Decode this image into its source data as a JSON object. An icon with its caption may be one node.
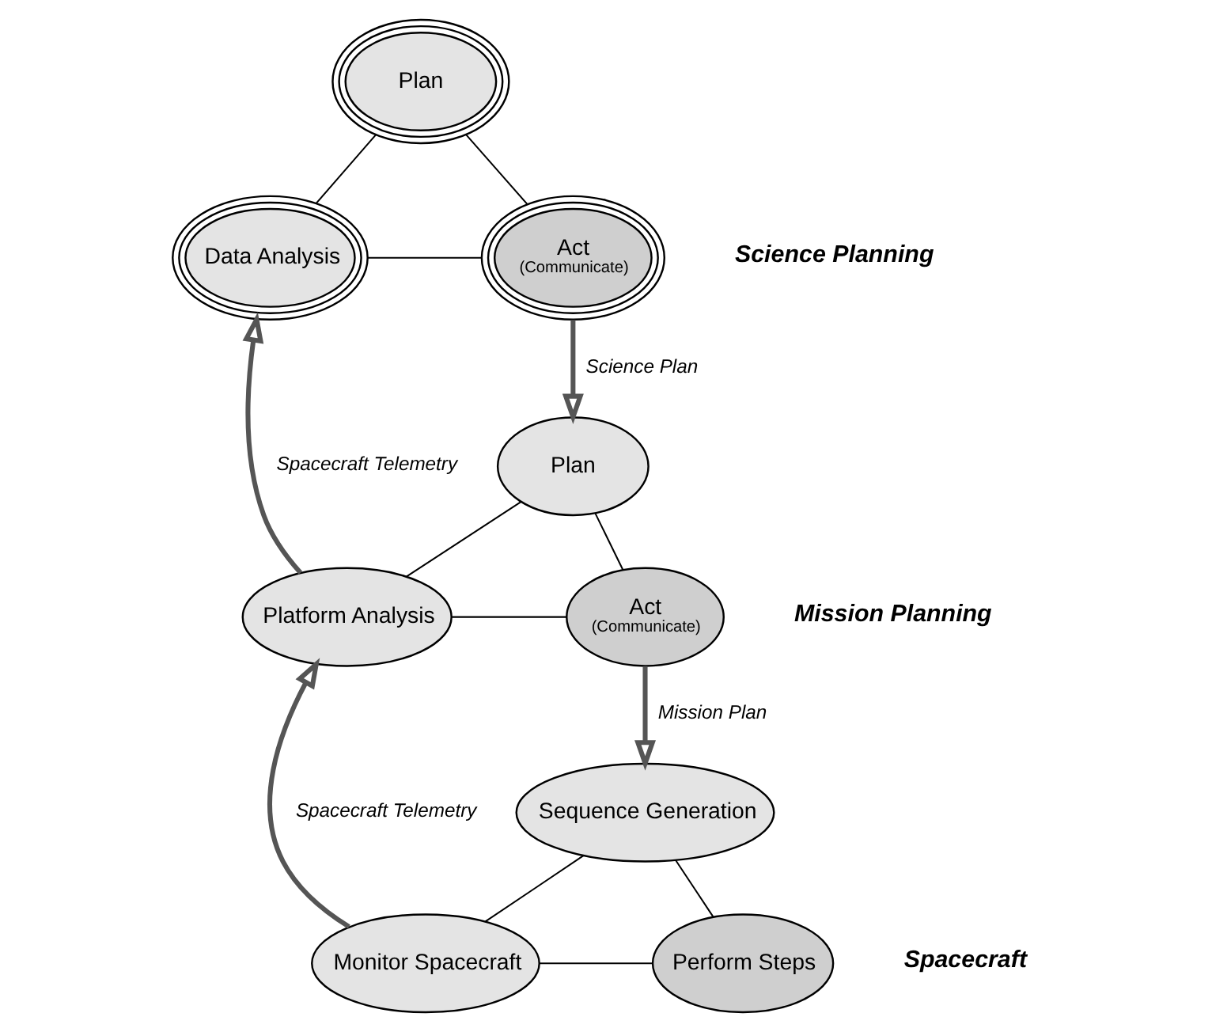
{
  "diagram": {
    "nodes": [
      {
        "text": [
          "Plan"
        ]
      },
      {
        "text": [
          "Data Analysis"
        ]
      },
      {
        "text": [
          "Act",
          "(Communicate)"
        ]
      },
      {
        "text": [
          "Plan"
        ]
      },
      {
        "text": [
          "Platform Analysis"
        ]
      },
      {
        "text": [
          "Act",
          "(Communicate)"
        ]
      },
      {
        "text": [
          "Sequence Generation"
        ]
      },
      {
        "text": [
          "Monitor Spacecraft"
        ]
      },
      {
        "text": [
          "Perform Steps"
        ]
      }
    ],
    "edges": [
      {
        "from": 0,
        "to": 1,
        "arrow": "none"
      },
      {
        "from": 0,
        "to": 2,
        "arrow": "none"
      },
      {
        "from": 1,
        "to": 2,
        "arrow": "none"
      },
      {
        "from": 3,
        "to": 4,
        "arrow": "none"
      },
      {
        "from": 3,
        "to": 5,
        "arrow": "none"
      },
      {
        "from": 4,
        "to": 5,
        "arrow": "none"
      },
      {
        "from": 6,
        "to": 7,
        "arrow": "none"
      },
      {
        "from": 6,
        "to": 8,
        "arrow": "none"
      },
      {
        "from": 7,
        "to": 8,
        "arrow": "none"
      },
      {
        "from": 2,
        "to": 3,
        "arrow": "to",
        "label": "Science Plan",
        "style": "thick"
      },
      {
        "from": 4,
        "to": 1,
        "arrow": "to",
        "label": "Spacecraft Telemetry",
        "style": "thick"
      },
      {
        "from": 5,
        "to": 6,
        "arrow": "to",
        "label": "Mission Plan",
        "style": "thick"
      },
      {
        "from": 7,
        "to": 4,
        "arrow": "to",
        "label": "Spacecraft Telemetry",
        "style": "thick"
      }
    ],
    "labels": [
      "Science Planning",
      "Mission Planning",
      "Spacecraft"
    ]
  }
}
